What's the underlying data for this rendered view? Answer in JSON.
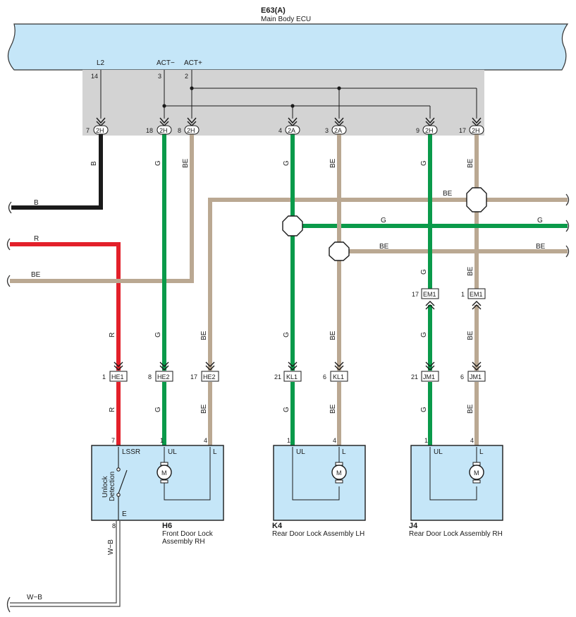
{
  "ecu": {
    "code": "E63(A)",
    "name": "Main Body ECU"
  },
  "ecu_pins": {
    "l2": {
      "label": "L2",
      "num": "14"
    },
    "act_minus": {
      "label": "ACT−",
      "num": "3"
    },
    "act_plus": {
      "label": "ACT+",
      "num": "2"
    }
  },
  "connectors_2x": [
    {
      "pin": "7",
      "code": "2H"
    },
    {
      "pin": "18",
      "code": "2H"
    },
    {
      "pin": "8",
      "code": "2H"
    },
    {
      "pin": "4",
      "code": "2A"
    },
    {
      "pin": "3",
      "code": "2A"
    },
    {
      "pin": "9",
      "code": "2H"
    },
    {
      "pin": "17",
      "code": "2H"
    }
  ],
  "wire_colors": {
    "b": "B",
    "r": "R",
    "g": "G",
    "be": "BE",
    "wb": "W−B"
  },
  "inline_connectors": [
    {
      "pin": "1",
      "code": "HE1"
    },
    {
      "pin": "8",
      "code": "HE2"
    },
    {
      "pin": "17",
      "code": "HE2"
    },
    {
      "pin": "21",
      "code": "KL1"
    },
    {
      "pin": "6",
      "code": "KL1"
    },
    {
      "pin": "21",
      "code": "JM1"
    },
    {
      "pin": "6",
      "code": "JM1"
    },
    {
      "pin": "17",
      "code": "EM1"
    },
    {
      "pin": "1",
      "code": "EM1"
    }
  ],
  "components": {
    "h6": {
      "code": "H6",
      "name_line1": "Front Door Lock",
      "name_line2": "Assembly RH",
      "pins": {
        "lssr_num": "7",
        "ul_num": "1",
        "l_num": "4",
        "e_num": "8"
      },
      "terms": {
        "lssr": "LSSR",
        "ul": "UL",
        "l": "L",
        "e": "E"
      },
      "switch_line1": "Unlock",
      "switch_line2": "Detection",
      "motor": "M"
    },
    "k4": {
      "code": "K4",
      "name": "Rear Door Lock Assembly LH",
      "pins": {
        "ul_num": "1",
        "l_num": "4"
      },
      "terms": {
        "ul": "UL",
        "l": "L"
      },
      "motor": "M"
    },
    "j4": {
      "code": "J4",
      "name": "Rear Door Lock Assembly RH",
      "pins": {
        "ul_num": "1",
        "l_num": "4"
      },
      "terms": {
        "ul": "UL",
        "l": "L"
      },
      "motor": "M"
    }
  },
  "colors": {
    "ecu_fill": "#c5e6f8",
    "gray_block": "#d3d3d3",
    "green": "#0a9a4a",
    "tan": "#baa892",
    "red": "#e3202a",
    "black": "#1a1a1a"
  }
}
